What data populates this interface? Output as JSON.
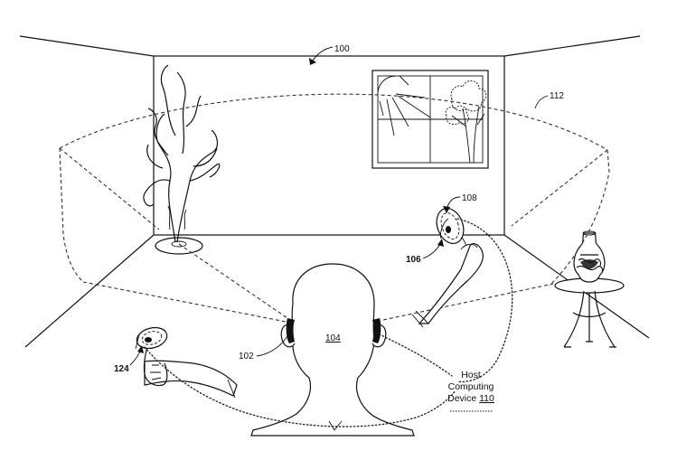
{
  "labels": {
    "room": "100",
    "headset": "102",
    "user": "104",
    "controller_right": "106",
    "controller_right_sensor": "108",
    "field_of_view": "112",
    "controller_left": "124"
  },
  "host_device": {
    "line1": "Host",
    "line2": "Computing",
    "line3_prefix": "Device ",
    "line3_number": "110"
  }
}
